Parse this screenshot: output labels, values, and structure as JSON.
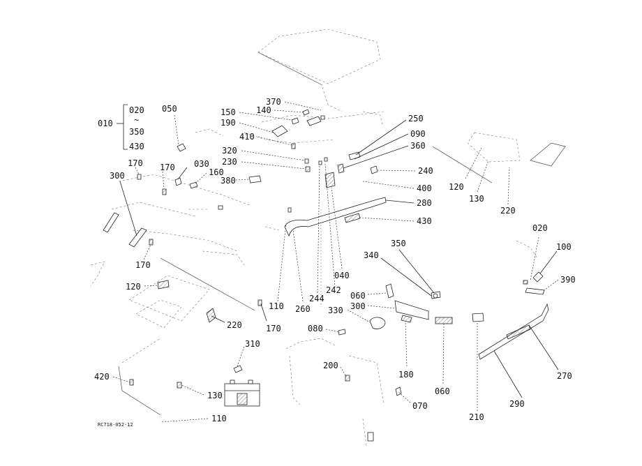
{
  "labels": {
    "l010": "010",
    "l020a": "020",
    "l350a": "350",
    "l430a": "430",
    "l050": "050",
    "l170a": "170",
    "l300a": "300",
    "l170b": "170",
    "l030": "030",
    "l160": "160",
    "l380": "380",
    "l170c": "170",
    "l370": "370",
    "l150": "150",
    "l140": "140",
    "l190": "190",
    "l410": "410",
    "l320": "320",
    "l230": "230",
    "l250": "250",
    "l090": "090",
    "l360": "360",
    "l240": "240",
    "l400": "400",
    "l280": "280",
    "l430b": "430",
    "l120a": "120",
    "l130a": "130",
    "l220a": "220",
    "l020b": "020",
    "l100": "100",
    "l390": "390",
    "l350b": "350",
    "l340": "340",
    "l060a": "060",
    "l300b": "300",
    "l330": "330",
    "l040": "040",
    "l242": "242",
    "l244": "244",
    "l260": "260",
    "l110a": "110",
    "l170d": "170",
    "l120b": "120",
    "l220b": "220",
    "l080": "080",
    "l180": "180",
    "l060b": "060",
    "l210": "210",
    "l270": "270",
    "l290": "290",
    "l200": "200",
    "l070": "070",
    "l310": "310",
    "l420": "420",
    "l130b": "130",
    "l110b": "110"
  },
  "range_separator": "~",
  "drawing_code": "RC718-052-12",
  "colors": {
    "ink": "#111111",
    "paper": "#ffffff"
  }
}
